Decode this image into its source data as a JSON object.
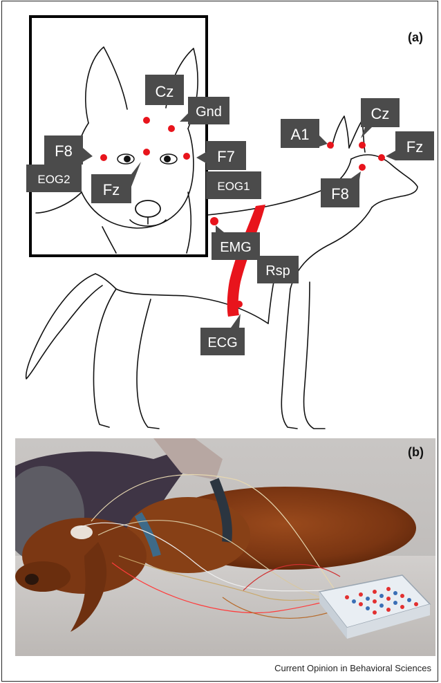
{
  "panel_a": {
    "label": "(a)",
    "inset_labels": {
      "cz": "Cz",
      "gnd": "Gnd",
      "f8": "F8",
      "f7": "F7",
      "eog2": "EOG2",
      "eog1": "EOG1",
      "fz": "Fz"
    },
    "body_labels": {
      "a1": "A1",
      "cz": "Cz",
      "fz": "Fz",
      "f8": "F8",
      "emg": "EMG",
      "rsp": "Rsp",
      "ecg": "ECG"
    }
  },
  "panel_b": {
    "label": "(b)"
  },
  "footer": "Current Opinion in Behavioral Sciences",
  "colors": {
    "electrode": "#e8141c",
    "label_box": "#4b4b4b",
    "harness": "#e8141c"
  }
}
